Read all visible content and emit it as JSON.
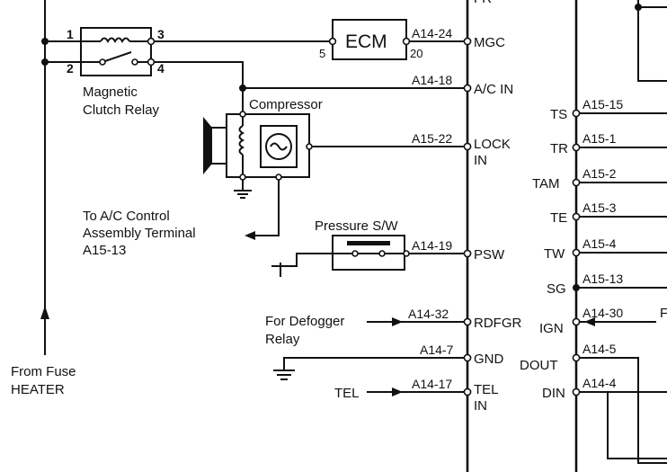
{
  "relay": {
    "pin1": "1",
    "pin2": "2",
    "pin3": "3",
    "pin4": "4",
    "label_line1": "Magnetic",
    "label_line2": "Clutch Relay"
  },
  "ecm": {
    "label": "ECM",
    "pin5": "5",
    "pin20": "20"
  },
  "compressor": {
    "label": "Compressor"
  },
  "pressure_switch": {
    "label": "Pressure S/W"
  },
  "ac_control_note": {
    "line1": "To A/C Control",
    "line2": "Assembly Terminal",
    "line3": "A15-13"
  },
  "defogger_note": {
    "line1": "For Defogger",
    "line2": "Relay"
  },
  "fuse_note": {
    "line1": "From Fuse",
    "line2": "HEATER"
  },
  "tel_input": "TEL",
  "top_cut_label": "FR",
  "left_connector": {
    "codes": [
      "A14-24",
      "A14-18",
      "A15-22",
      "A14-19",
      "A14-32",
      "A14-7",
      "A14-17"
    ],
    "names": [
      "MGC",
      "A/C IN",
      "LOCK",
      "IN",
      "PSW",
      "RDFGR",
      "GND",
      "TEL",
      "IN"
    ]
  },
  "right_connector": {
    "names": [
      "TS",
      "TR",
      "TAM",
      "TE",
      "TW",
      "SG",
      "IGN",
      "DOUT",
      "DIN"
    ],
    "codes": [
      "A15-15",
      "A15-1",
      "A15-2",
      "A15-3",
      "A15-4",
      "A15-13",
      "A14-30",
      "A14-5",
      "A14-4"
    ],
    "ign_cut_label": "F"
  }
}
